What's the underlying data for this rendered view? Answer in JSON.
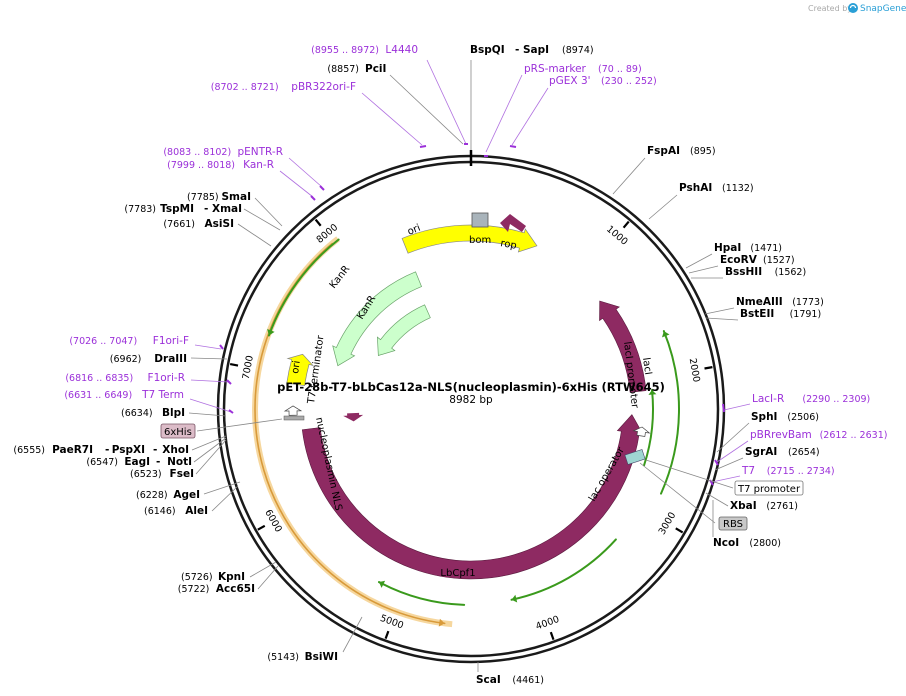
{
  "watermark": {
    "prefix": "Created by",
    "brand": "SnapGene"
  },
  "plasmid": {
    "name": "pET-28b-T7-bLbCas12a-NLS(nucleoplasmin)-6xHis (RTW645)",
    "length": "8982 bp",
    "total_bp": 8982
  },
  "ticks": [
    "1000",
    "2000",
    "3000",
    "4000",
    "5000",
    "6000",
    "7000",
    "8000"
  ],
  "enzymes": [
    {
      "name": "BspQI",
      "pos": ""
    },
    {
      "name": "SapI",
      "pos": "(8974)"
    },
    {
      "name": "PciI",
      "pos": "(8857)"
    },
    {
      "name": "FspAI",
      "pos": "(895)"
    },
    {
      "name": "PshAI",
      "pos": "(1132)"
    },
    {
      "name": "HpaI",
      "pos": "(1471)"
    },
    {
      "name": "EcoRV",
      "pos": "(1527)"
    },
    {
      "name": "BssHII",
      "pos": "(1562)"
    },
    {
      "name": "NmeAIII",
      "pos": "(1773)"
    },
    {
      "name": "BstEII",
      "pos": "(1791)"
    },
    {
      "name": "SphI",
      "pos": "(2506)"
    },
    {
      "name": "SgrAI",
      "pos": "(2654)"
    },
    {
      "name": "XbaI",
      "pos": "(2761)"
    },
    {
      "name": "NcoI",
      "pos": "(2800)"
    },
    {
      "name": "ScaI",
      "pos": "(4461)"
    },
    {
      "name": "BsiWI",
      "pos": "(5143)"
    },
    {
      "name": "KpnI",
      "pos": "(5726)"
    },
    {
      "name": "Acc65I",
      "pos": "(5722)"
    },
    {
      "name": "AleI",
      "pos": "(6146)"
    },
    {
      "name": "AgeI",
      "pos": "(6228)"
    },
    {
      "name": "FseI",
      "pos": "(6523)"
    },
    {
      "name": "NotI",
      "pos": ""
    },
    {
      "name": "EagI",
      "pos": "(6547)"
    },
    {
      "name": "XhoI",
      "pos": ""
    },
    {
      "name": "PspXI",
      "pos": ""
    },
    {
      "name": "PaeR7I",
      "pos": "(6555)"
    },
    {
      "name": "BlpI",
      "pos": "(6634)"
    },
    {
      "name": "DraIII",
      "pos": "(6962)"
    },
    {
      "name": "AsiSI",
      "pos": "(7661)"
    },
    {
      "name": "TspMI",
      "pos": "(7783)"
    },
    {
      "name": "XmaI",
      "pos": ""
    },
    {
      "name": "SmaI",
      "pos": "(7785)"
    }
  ],
  "primers": [
    {
      "name": "L4440",
      "pos": "(8955 .. 8972)"
    },
    {
      "name": "pBR322ori-F",
      "pos": "(8702 .. 8721)"
    },
    {
      "name": "pRS-marker",
      "pos": "(70 .. 89)"
    },
    {
      "name": "pGEX 3'",
      "pos": "(230 .. 252)"
    },
    {
      "name": "pENTR-R",
      "pos": "(8083 .. 8102)"
    },
    {
      "name": "Kan-R",
      "pos": "(7999 .. 8018)"
    },
    {
      "name": "LacI-R",
      "pos": "(2290 .. 2309)"
    },
    {
      "name": "pBRrevBam",
      "pos": "(2612 .. 2631)"
    },
    {
      "name": "T7",
      "pos": "(2715 .. 2734)"
    },
    {
      "name": "F1ori-F",
      "pos": "(7026 .. 7047)"
    },
    {
      "name": "F1ori-R",
      "pos": "(6816 .. 6835)"
    },
    {
      "name": "T7 Term",
      "pos": "(6631 .. 6649)"
    }
  ],
  "boxed_labels": [
    {
      "name": "T7 promoter"
    },
    {
      "name": "RBS"
    },
    {
      "name": "6xHis"
    }
  ],
  "features": {
    "ori": "ori",
    "kanr_outer": "KanR",
    "kanr_inner": "KanR",
    "bom": "bom",
    "rop": "rop",
    "laci": "lacI",
    "laci_promoter": "lacI promoter",
    "lac_operator": "lac operator",
    "lbcpf1": "LbCpf1",
    "nucleoplasmin": "nucleoplasmin NLS",
    "t7_terminator": "T7 terminator",
    "f1ori": "ori"
  },
  "colors": {
    "enzyme_text": "#000000",
    "primer_text": "#9b30d9",
    "feature_maroon": "#8e2a62",
    "feature_yellow": "#ffff00",
    "feature_kanr": "#ccffcc",
    "orf_green": "#3a9a1c",
    "orf_orange": "#f0b060"
  }
}
